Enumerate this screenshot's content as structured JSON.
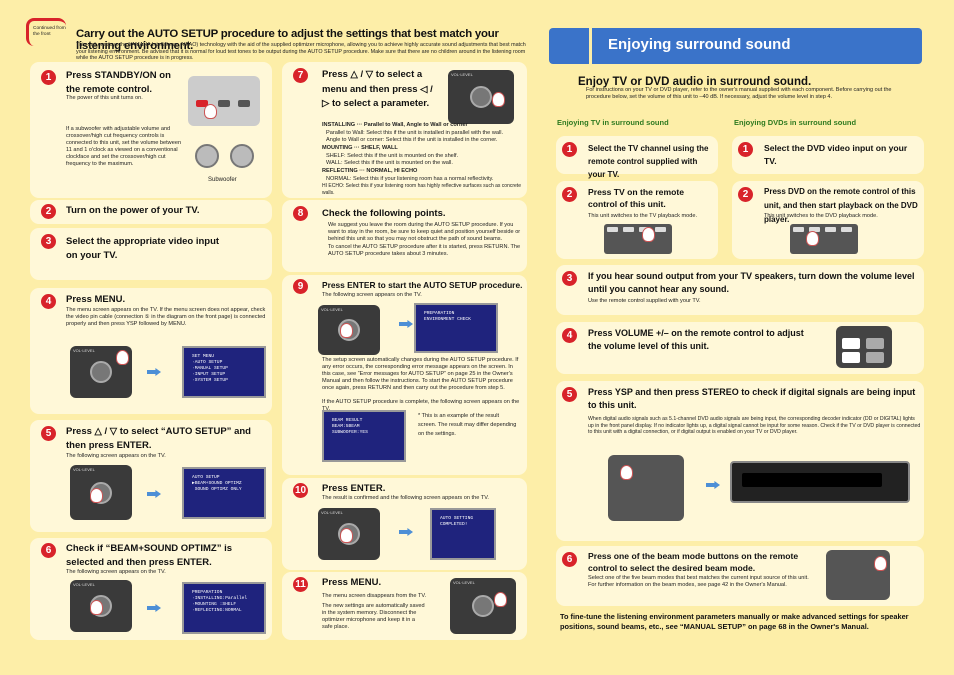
{
  "left": {
    "continued": "Continued from the front",
    "title": "Carry out the AUTO SETUP procedure to adjust the settings that best match your listening environment.",
    "intro": "This unit employs the YAMAHA IntelliBeam (YPAO) technology with the aid of the supplied optimizer microphone, allowing you to achieve highly accurate sound adjustments that best match your listening environment. Be advised that it is normal for loud test tones to be output during the AUTO SETUP procedure. Make sure that there are no children around in the listening room while the AUTO SETUP procedure is in progress.",
    "steps": [
      {
        "n": "1",
        "title": "Press STANDBY/ON on the remote control.",
        "desc": "The power of this unit turns on.",
        "extra": "If a subwoofer with adjustable volume and crossover/high cut frequency controls is connected to this unit, set the volume between 11 and 1 o'clock as viewed on a conventional clockface and set the crossover/high cut frequency to the maximum.",
        "caption": "Subwoofer"
      },
      {
        "n": "2",
        "title": "Turn on the power of your TV."
      },
      {
        "n": "3",
        "title": "Select the appropriate video input on your TV."
      },
      {
        "n": "4",
        "title": "Press MENU.",
        "desc": "The menu screen appears on the TV. If the menu screen does not appear, check the video pin cable (connection ⑤ in the diagram on the front page) is connected properly and then press YSP followed by MENU."
      },
      {
        "n": "5",
        "title": "Press △ / ▽ to select “AUTO SETUP” and then press ENTER.",
        "desc": "The following screen appears on the TV."
      },
      {
        "n": "6",
        "title": "Check if “BEAM+SOUND OPTIMZ” is selected and then press ENTER.",
        "desc": "The following screen appears on the TV."
      },
      {
        "n": "7",
        "title": "Press △ / ▽ to select a menu and then press ◁ / ▷ to select a parameter."
      },
      {
        "n": "8",
        "title": "Check the following points.",
        "desc": "We suggest you leave the room during the AUTO SETUP procedure. If you want to stay in the room, be sure to keep quiet and position yourself beside or behind this unit so that you may not obstruct the path of sound beams.",
        "desc2": "To cancel the AUTO SETUP procedure after it is started, press RETURN. The AUTO SETUP procedure takes about 3 minutes."
      },
      {
        "n": "9",
        "title": "Press ENTER to start the AUTO SETUP procedure.",
        "desc": "The following screen appears on the TV.",
        "desc2": "The setup screen automatically changes during the AUTO SETUP procedure. If any error occurs, the corresponding error message appears on the screen. In this case, see “Error messages for AUTO SETUP” on page 25 in the Owner's Manual and then follow the instructions. To start the AUTO SETUP procedure once again, press RETURN and then carry out the procedure from step 5.",
        "desc3": "If the AUTO SETUP procedure is complete, the following screen appears on the TV.",
        "note": "* This is an example of the result screen. The result may differ depending on the settings."
      },
      {
        "n": "10",
        "title": "Press ENTER.",
        "desc": "The result is confirmed and the following screen appears on the TV."
      },
      {
        "n": "11",
        "title": "Press MENU.",
        "desc": "The menu screen disappears from the TV.",
        "desc2": "The new settings are automatically saved in the system memory. Disconnect the optimizer microphone and keep it in a safe place."
      }
    ],
    "install": [
      "INSTALLING ··· Parallel to Wall, Angle to Wall or corner",
      "Parallel to Wall: Select this if the unit is installed in parallel with the wall.",
      "Angle to Wall or corner: Select this if the unit is installed in the corner.",
      "MOUNTING ··· SHELF, WALL",
      "SHELF: Select this if the unit is mounted on the shelf.",
      "WALL: Select this if the unit is mounted on the wall.",
      "REFLECTING ··· NORMAL, HI ECHO",
      "NORMAL: Select this if your listening room has a normal reflectivity.",
      "HI ECHO: Select this if your listening room has highly reflective surfaces such as concrete walls."
    ],
    "screens": {
      "menu": "SET MENU\n·AUTO SETUP\n·MANUAL SETUP\n·INPUT SETUP\n·SYSTEM SETUP",
      "auto": "AUTO SETUP\n▶BEAM+SOUND OPTIMZ\n SOUND OPTIMZ ONLY",
      "prep": "PREPARATION\n·INSTALLING:Parallel\n·MOUNTING :SHELF\n·REFLECTING:NORMAL",
      "env": "PREPARATION\nENVIRONMENT CHECK",
      "result": "BEAM RESULT\nBEAM:5BEAM\nSUBWOOFER:YES",
      "complete": "AUTO SETTING COMPLETED!"
    }
  },
  "right": {
    "banner": "Enjoying surround sound",
    "heading": "Enjoy TV or DVD audio in surround sound.",
    "intro": "For instructions on your TV or DVD player, refer to the owner's manual supplied with each component. Before carrying out the procedure below, set the volume of this unit to –40 dB. If necessary, adjust the volume level in step 4.",
    "tvHead": "Enjoying TV in surround sound",
    "dvdHead": "Enjoying DVDs in surround sound",
    "tv1": "Select the TV channel using the remote control supplied with your TV.",
    "tv2": "Press TV on the remote control of this unit.",
    "tv2d": "This unit switches to the TV playback mode.",
    "dvd1": "Select the DVD video input on your TV.",
    "dvd2": "Press DVD on the remote control of this unit, and then start playback on the DVD player.",
    "dvd2d": "This unit switches to the DVD playback mode.",
    "s3": "If you hear sound output from your TV speakers, turn down the volume level until you cannot hear any sound.",
    "s3d": "Use the remote control supplied with your TV.",
    "s4": "Press VOLUME +/– on the remote control to adjust the volume level of this unit.",
    "s5": "Press YSP and then press STEREO to check if digital signals are being input to this unit.",
    "s5d": "When digital audio signals such as 5.1-channel DVD audio signals are being input, the corresponding decoder indicator (DD or DIGITAL) lights up in the front panel display. If no indicator lights up, a digital signal cannot be input for some reason. Check if the TV or DVD player is connected to this unit with a digital connection, or if digital output is enabled on your TV or DVD player.",
    "s6": "Press one of the beam mode buttons on the remote control to select the desired beam mode.",
    "s6d": "Select one of the five beam modes that best matches the current input source of this unit. For further information on the beam modes, see page 42 in the Owner's Manual.",
    "footer": "To fine-tune the listening environment parameters manually or make advanced settings for speaker positions, sound beams, etc., see “MANUAL SETUP” on page 68 in the Owner's Manual."
  },
  "colors": {
    "bg": "#fdeea8",
    "card": "#fff8d8",
    "red": "#d8232a",
    "blue": "#3a73c9",
    "green": "#2f7a20"
  }
}
